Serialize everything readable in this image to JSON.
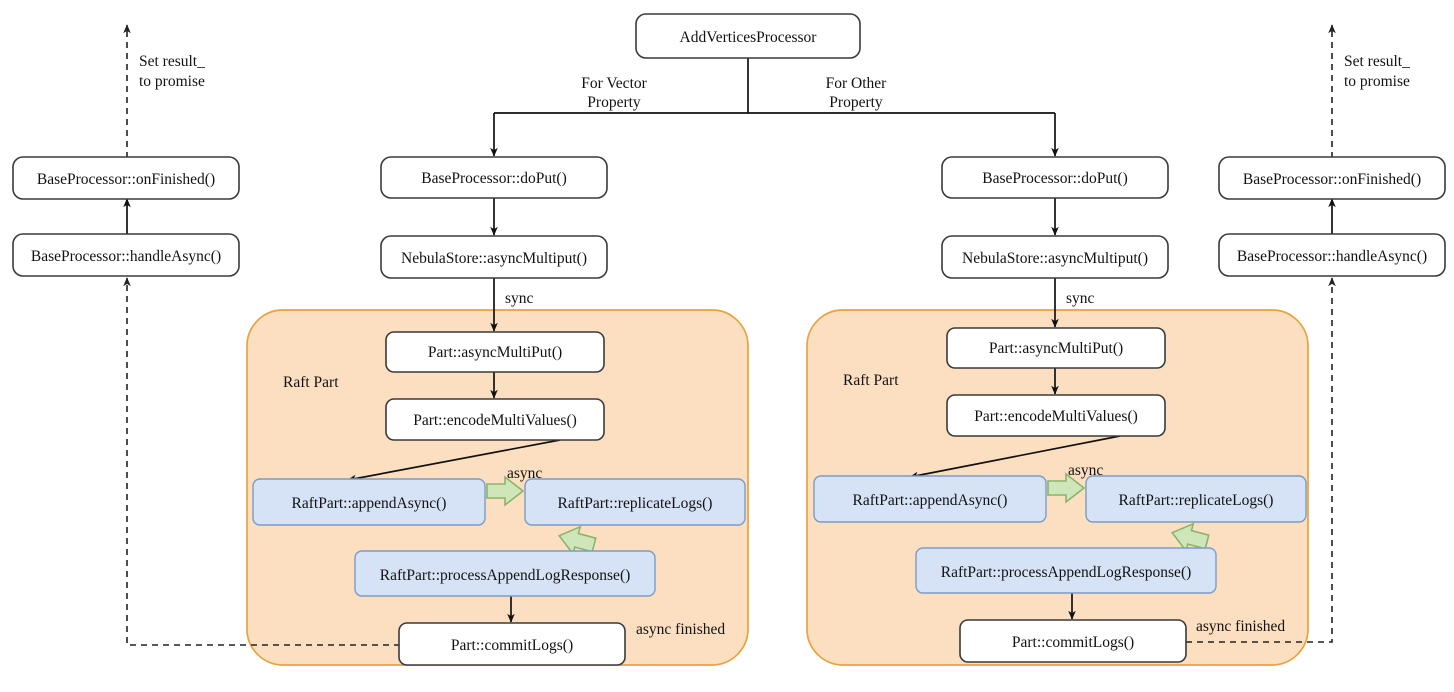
{
  "diagram": {
    "title_node": {
      "label": "AddVerticesProcessor"
    },
    "branch_labels": {
      "left": {
        "line1": "For Vector",
        "line2": "Property"
      },
      "right": {
        "line1": "For Other",
        "line2": "Property"
      }
    },
    "left_promise": {
      "note_line1": "Set result_",
      "note_line2": "to promise",
      "on_finished": "BaseProcessor::onFinished()",
      "handle_async": "BaseProcessor::handleAsync()"
    },
    "right_promise": {
      "note_line1": "Set result_",
      "note_line2": "to promise",
      "on_finished": "BaseProcessor::onFinished()",
      "handle_async": "BaseProcessor::handleAsync()"
    },
    "left_flow": {
      "do_put": "BaseProcessor::doPut()",
      "async_multiput": "NebulaStore::asyncMultiput()",
      "sync_label": "sync",
      "panel_label": "Raft Part",
      "async_multi_put": "Part::asyncMultiPut()",
      "encode_multi_values": "Part::encodeMultiValues()",
      "append_async": "RaftPart::appendAsync()",
      "replicate_logs": "RaftPart::replicateLogs()",
      "async_label": "async",
      "process_append_log_response": "RaftPart::processAppendLogResponse()",
      "commit_logs": "Part::commitLogs()",
      "async_finished_label": "async finished"
    },
    "right_flow": {
      "do_put": "BaseProcessor::doPut()",
      "async_multiput": "NebulaStore::asyncMultiput()",
      "sync_label": "sync",
      "panel_label": "Raft Part",
      "async_multi_put": "Part::asyncMultiPut()",
      "encode_multi_values": "Part::encodeMultiValues()",
      "append_async": "RaftPart::appendAsync()",
      "replicate_logs": "RaftPart::replicateLogs()",
      "async_label": "async",
      "process_append_log_response": "RaftPart::processAppendLogResponse()",
      "commit_logs": "Part::commitLogs()",
      "async_finished_label": "async finished"
    },
    "colors": {
      "panel_fill": "#fcdfc0",
      "panel_stroke": "#e8a33d",
      "blue_fill": "#d6e3f7",
      "blue_stroke": "#7a9cc6",
      "green_fill": "#cfe6bb",
      "green_stroke": "#8cb36a",
      "line": "#111111",
      "box_stroke": "#3a3a3a"
    }
  }
}
